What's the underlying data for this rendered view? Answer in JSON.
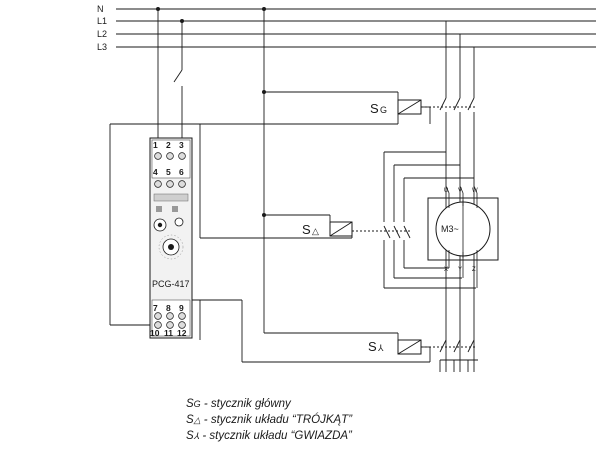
{
  "lines": {
    "n": "N",
    "l1": "L1",
    "l2": "L2",
    "l3": "L3"
  },
  "contactors": {
    "main": {
      "label": "S",
      "sub": "G"
    },
    "delta": {
      "label": "S",
      "sub": "△"
    },
    "star": {
      "label": "S",
      "sub": "⅄"
    }
  },
  "relay": {
    "model": "PCG-417",
    "terminals_top_1": [
      "1",
      "2",
      "3"
    ],
    "terminals_top_2": [
      "4",
      "5",
      "6"
    ],
    "terminals_bottom_1": [
      "7",
      "8",
      "9"
    ],
    "terminals_bottom_2": [
      "10",
      "11",
      "12"
    ]
  },
  "motor": {
    "label": "M3~",
    "top_terminals": [
      "U",
      "V",
      "W"
    ],
    "bottom_terminals": [
      "X",
      "Y",
      "Z"
    ]
  },
  "legend": [
    {
      "symbol": "S",
      "sub": "G",
      "text": " - stycznik główny"
    },
    {
      "symbol": "S",
      "sub": "△",
      "text": " - stycznik układu “TRÓJKĄT”"
    },
    {
      "symbol": "S",
      "sub": "⅄",
      "text": " - stycznik układu “GWIAZDA”"
    }
  ]
}
